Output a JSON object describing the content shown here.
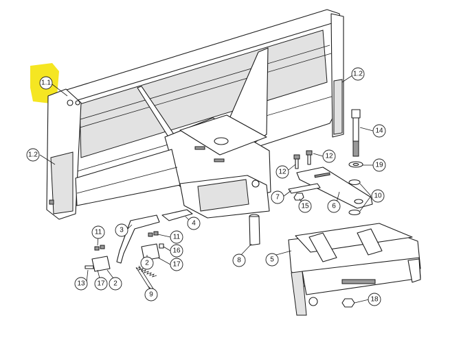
{
  "highlight_color": "#f5e622",
  "callouts": [
    {
      "id": "c-1-1",
      "label": "1.1"
    },
    {
      "id": "c-1-2-right",
      "label": "1.2"
    },
    {
      "id": "c-1-2-left",
      "label": "1.2"
    },
    {
      "id": "c-14",
      "label": "14"
    },
    {
      "id": "c-12-a",
      "label": "12"
    },
    {
      "id": "c-12-b",
      "label": "12"
    },
    {
      "id": "c-19",
      "label": "19"
    },
    {
      "id": "c-7",
      "label": "7"
    },
    {
      "id": "c-15",
      "label": "15"
    },
    {
      "id": "c-6",
      "label": "6"
    },
    {
      "id": "c-10",
      "label": "10"
    },
    {
      "id": "c-4",
      "label": "4"
    },
    {
      "id": "c-3",
      "label": "3"
    },
    {
      "id": "c-11-a",
      "label": "11"
    },
    {
      "id": "c-11-b",
      "label": "11"
    },
    {
      "id": "c-16",
      "label": "16"
    },
    {
      "id": "c-2-a",
      "label": "2"
    },
    {
      "id": "c-17-a",
      "label": "17"
    },
    {
      "id": "c-13",
      "label": "13"
    },
    {
      "id": "c-17-b",
      "label": "17"
    },
    {
      "id": "c-2-b",
      "label": "2"
    },
    {
      "id": "c-9",
      "label": "9"
    },
    {
      "id": "c-8",
      "label": "8"
    },
    {
      "id": "c-5",
      "label": "5"
    },
    {
      "id": "c-18",
      "label": "18"
    }
  ]
}
